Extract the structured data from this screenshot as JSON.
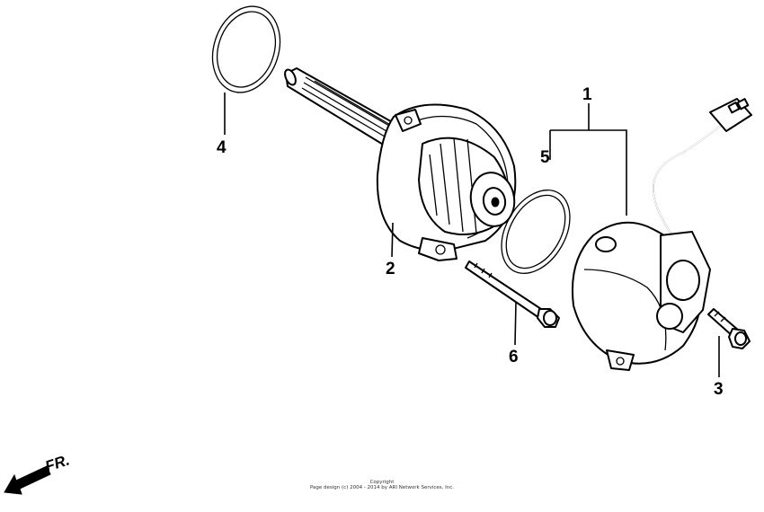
{
  "callouts": {
    "c1": "1",
    "c2": "2",
    "c3": "3",
    "c4": "4",
    "c5": "5",
    "c6": "6"
  },
  "direction": {
    "label": "FR.",
    "icon": "front-direction-arrow-icon"
  },
  "copyright": {
    "line1": "Copyright",
    "line2": "Page design (c) 2004 - 2014 by ARI Network Services, Inc."
  }
}
